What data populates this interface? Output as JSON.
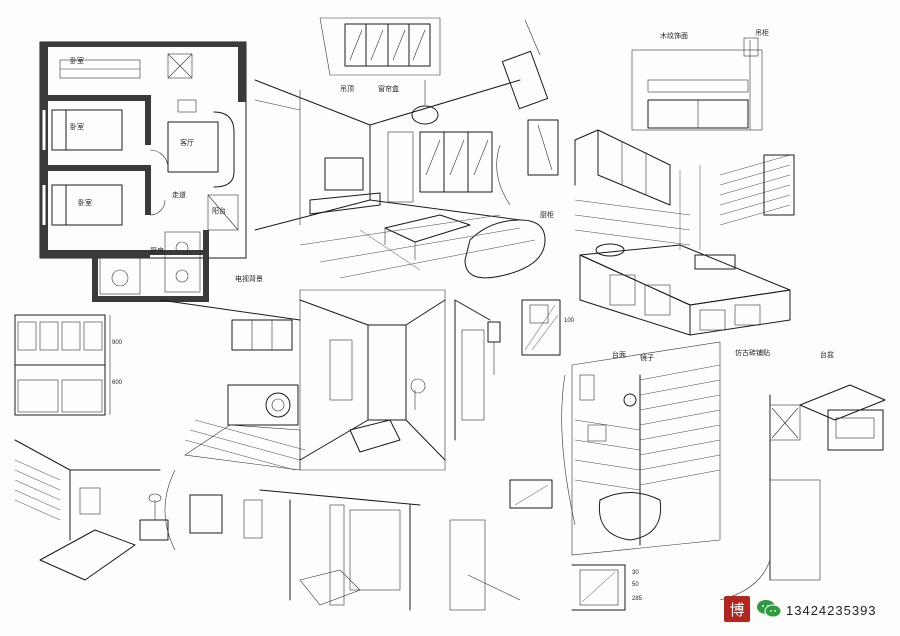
{
  "plan_labels": {
    "bedroom_top": "卧室",
    "bedroom_bottom": "卧室",
    "living": "客厅",
    "kitchen": "厨房",
    "balcony": "阳台",
    "corridor": "走道"
  },
  "living_notes": {
    "ceiling": "吊顶",
    "curtain": "窗帘盒",
    "tv_note": "电视背景"
  },
  "kitchen_notes": {
    "top_a": "木纹饰面",
    "top_b": "吊柜",
    "cabinet": "厨柜",
    "sink_note": "台面"
  },
  "bath_notes": {
    "mirror": "镜子",
    "tile_note": "仿古砖铺贴",
    "basin_note": "台盆"
  },
  "dimensions": {
    "d1": "900",
    "d2": "600",
    "d3": "100",
    "d4": "30",
    "d5": "50",
    "d6": "285"
  },
  "contact": {
    "phone": "13424235393",
    "seal_char": "博"
  },
  "colors": {
    "ink": "#1a1a1a",
    "seal": "#b3261e",
    "wechat": "#2e9b3f"
  }
}
